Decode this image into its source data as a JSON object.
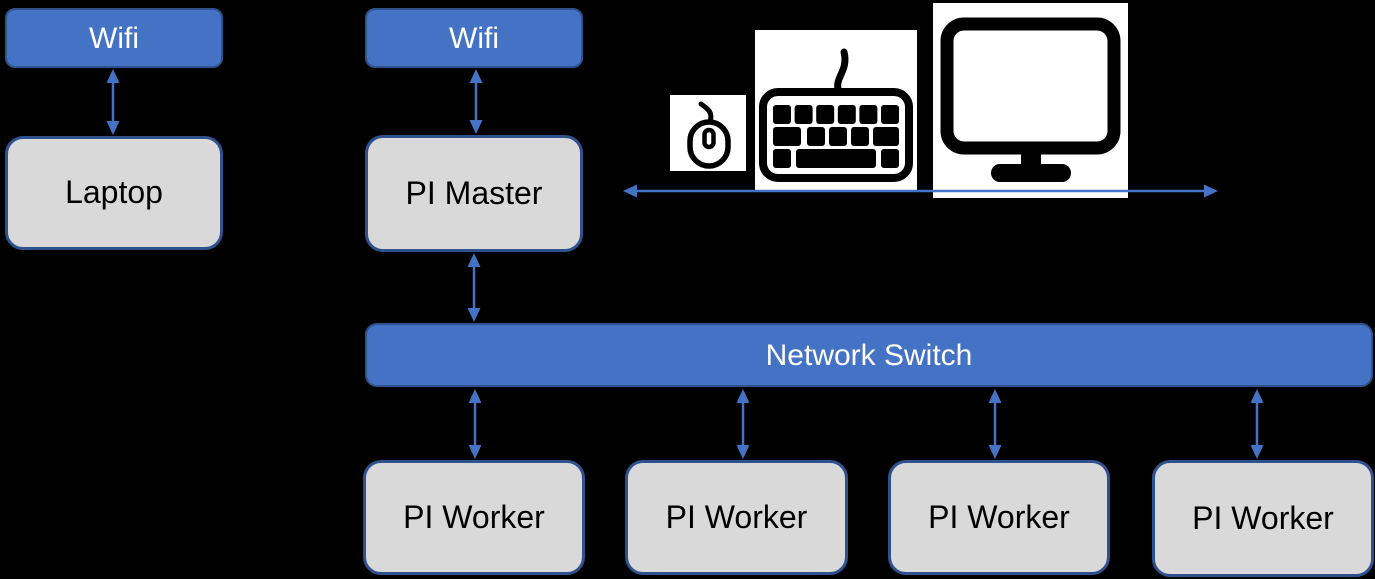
{
  "diagram": {
    "title_hint": "Raspberry Pi cluster network diagram",
    "nodes": {
      "wifi_left": {
        "label": "Wifi"
      },
      "laptop": {
        "label": "Laptop"
      },
      "wifi_right": {
        "label": "Wifi"
      },
      "pi_master": {
        "label": "PI Master"
      },
      "network_switch": {
        "label": "Network Switch"
      },
      "workers": [
        {
          "label": "PI Worker"
        },
        {
          "label": "PI Worker"
        },
        {
          "label": "PI Worker"
        },
        {
          "label": "PI Worker"
        }
      ]
    },
    "icons": [
      {
        "name": "mouse-icon"
      },
      {
        "name": "keyboard-icon"
      },
      {
        "name": "monitor-icon"
      }
    ],
    "edges": [
      {
        "from": "Wifi",
        "to": "Laptop",
        "type": "bidirectional-arrow"
      },
      {
        "from": "Wifi",
        "to": "PI Master",
        "type": "bidirectional-arrow"
      },
      {
        "from": "PI Master",
        "to": "Network Switch",
        "type": "bidirectional-arrow"
      },
      {
        "from": "PI Master",
        "to": "peripherals (mouse, keyboard, monitor)",
        "type": "bidirectional-arrow"
      },
      {
        "from": "Network Switch",
        "to": "PI Worker 1",
        "type": "bidirectional-arrow"
      },
      {
        "from": "Network Switch",
        "to": "PI Worker 2",
        "type": "bidirectional-arrow"
      },
      {
        "from": "Network Switch",
        "to": "PI Worker 3",
        "type": "bidirectional-arrow"
      },
      {
        "from": "Network Switch",
        "to": "PI Worker 4",
        "type": "bidirectional-arrow"
      }
    ],
    "colors": {
      "background": "#000000",
      "node_blue_fill": "#4472C4",
      "node_border": "#2F528F",
      "node_gray_fill": "#D9D9D9",
      "arrow": "#4472C4",
      "text_on_blue": "#FFFFFF",
      "text_on_gray": "#000000",
      "icon_foreground": "#000000",
      "icon_background": "#FFFFFF"
    }
  }
}
